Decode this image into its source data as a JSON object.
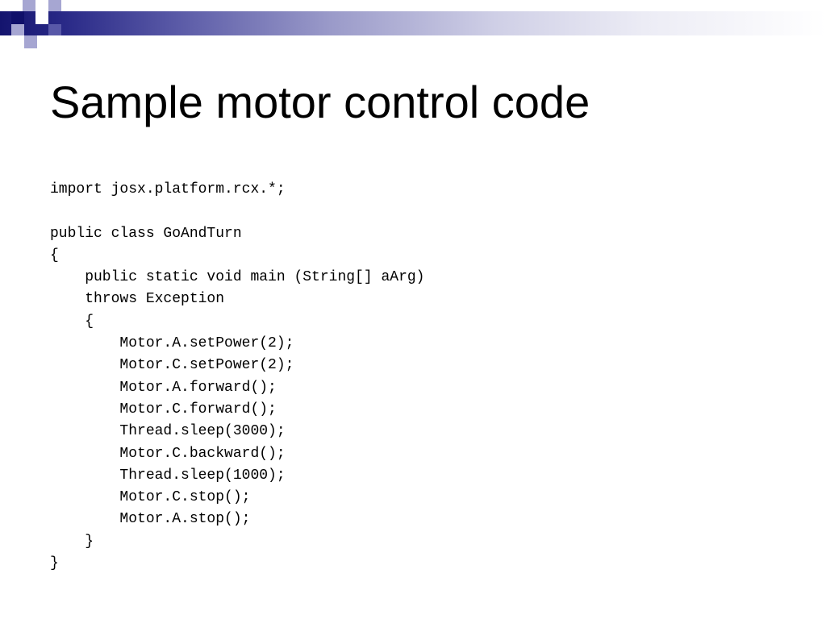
{
  "slide": {
    "title": "Sample motor control code",
    "code_lines": [
      "import josx.platform.rcx.*;",
      "",
      "public class GoAndTurn",
      "{",
      "    public static void main (String[] aArg)",
      "    throws Exception",
      "    {",
      "        Motor.A.setPower(2);",
      "        Motor.C.setPower(2);",
      "        Motor.A.forward();",
      "        Motor.C.forward();",
      "        Thread.sleep(3000);",
      "        Motor.C.backward();",
      "        Thread.sleep(1000);",
      "        Motor.C.stop();",
      "        Motor.A.stop();",
      "    }",
      "}"
    ]
  },
  "theme": {
    "accent_navy": "#10106a",
    "accent_lavender": "#a6a6d2"
  }
}
